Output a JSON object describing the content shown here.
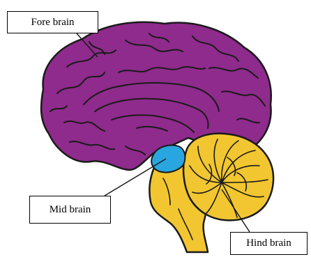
{
  "labels": {
    "forebrain": "Fore brain",
    "midbrain": "Mid brain",
    "hindbrain": "Hind brain"
  },
  "colors": {
    "forebrain": "#8e2b8c",
    "midbrain": "#29a6e0",
    "hindbrain": "#f2c630",
    "outline": "#1a1a1a"
  }
}
